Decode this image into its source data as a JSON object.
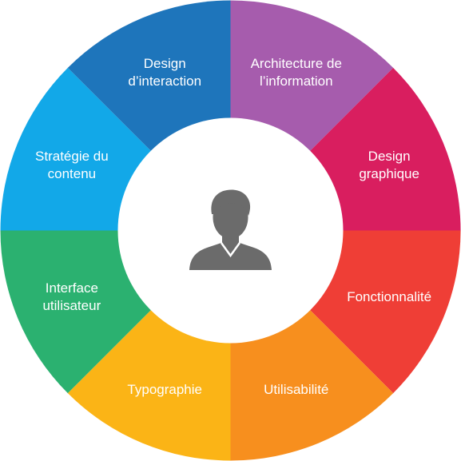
{
  "segments": [
    {
      "id": "architecture-information",
      "lines": [
        "Architecture de",
        "l’information"
      ],
      "color": "#a65cad"
    },
    {
      "id": "design-graphique",
      "lines": [
        "Design",
        "graphique"
      ],
      "color": "#d91e5f"
    },
    {
      "id": "fonctionnalite",
      "lines": [
        "Fonctionnalité"
      ],
      "color": "#ef3e36"
    },
    {
      "id": "utilisabilite",
      "lines": [
        "Utilisabilité"
      ],
      "color": "#f78f1e"
    },
    {
      "id": "typographie",
      "lines": [
        "Typographie"
      ],
      "color": "#fbb416"
    },
    {
      "id": "interface-utilisateur",
      "lines": [
        "Interface",
        "utilisateur"
      ],
      "color": "#2bb170"
    },
    {
      "id": "strategie-contenu",
      "lines": [
        "Stratégie du",
        "contenu"
      ],
      "color": "#12a8e8"
    },
    {
      "id": "design-interaction",
      "lines": [
        "Design",
        "d’interaction"
      ],
      "color": "#1e75bb"
    }
  ],
  "center": {
    "icon": "user-icon",
    "background": "#ffffff",
    "icon_color": "#6b6b6b"
  }
}
